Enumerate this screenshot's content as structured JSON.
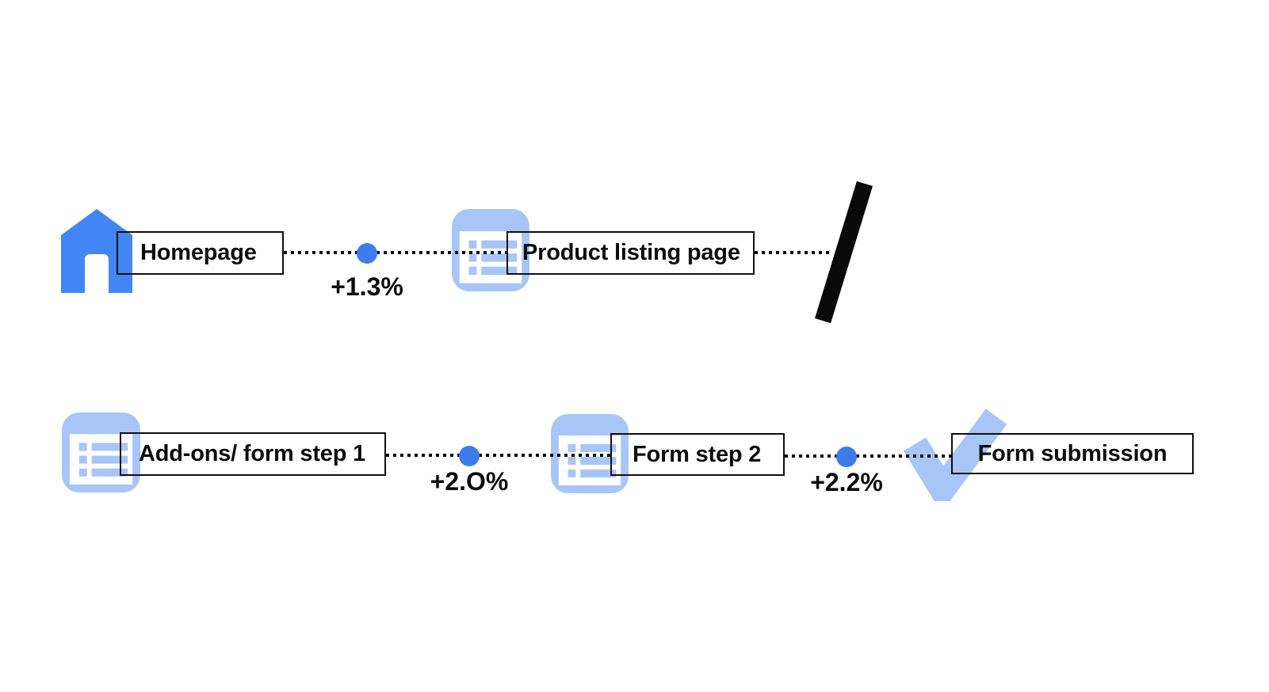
{
  "diagram": {
    "type": "user-flow-funnel",
    "row1": {
      "steps": [
        {
          "label": "Homepage",
          "icon": "home-icon"
        },
        {
          "label": "Product listing page",
          "icon": "list-icon"
        }
      ],
      "connectors": [
        {
          "delta": "+1.3%"
        }
      ],
      "end_marker": "flow-break-slash"
    },
    "row2": {
      "steps": [
        {
          "label": "Add-ons/ form step 1",
          "icon": "list-icon"
        },
        {
          "label": "Form step 2",
          "icon": "list-icon"
        },
        {
          "label": "Form submission",
          "icon": "check-icon"
        }
      ],
      "connectors": [
        {
          "delta": "+2.O%"
        },
        {
          "delta": "+2.2%"
        }
      ]
    },
    "colors": {
      "step_blue": "#4285F4",
      "icon_light_blue": "#A8C5F8",
      "dot_blue": "#3C7CEC",
      "line_black": "#0F0F0F"
    }
  }
}
